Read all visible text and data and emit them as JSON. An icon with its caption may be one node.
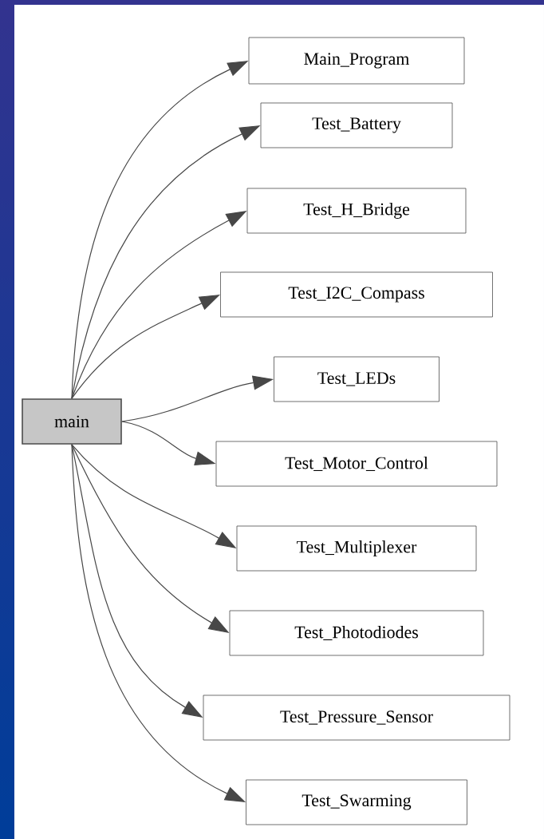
{
  "diagram": {
    "nodes": [
      {
        "text": [
          "main"
        ]
      },
      {
        "text": [
          "Main_Program"
        ]
      },
      {
        "text": [
          "Test_Battery"
        ]
      },
      {
        "text": [
          "Test_H_Bridge"
        ]
      },
      {
        "text": [
          "Test_I2C_Compass"
        ]
      },
      {
        "text": [
          "Test_LEDs"
        ]
      },
      {
        "text": [
          "Test_Motor_Control"
        ]
      },
      {
        "text": [
          "Test_Multiplexer"
        ]
      },
      {
        "text": [
          "Test_Photodiodes"
        ]
      },
      {
        "text": [
          "Test_Pressure_Sensor"
        ]
      },
      {
        "text": [
          "Test_Swarming"
        ]
      }
    ],
    "edges": [
      {
        "from": 0,
        "to": 1,
        "arrow": "to"
      },
      {
        "from": 0,
        "to": 2,
        "arrow": "to"
      },
      {
        "from": 0,
        "to": 3,
        "arrow": "to"
      },
      {
        "from": 0,
        "to": 4,
        "arrow": "to"
      },
      {
        "from": 0,
        "to": 5,
        "arrow": "to"
      },
      {
        "from": 0,
        "to": 6,
        "arrow": "to"
      },
      {
        "from": 0,
        "to": 7,
        "arrow": "to"
      },
      {
        "from": 0,
        "to": 8,
        "arrow": "to"
      },
      {
        "from": 0,
        "to": 9,
        "arrow": "to"
      },
      {
        "from": 0,
        "to": 10,
        "arrow": "to"
      }
    ]
  }
}
